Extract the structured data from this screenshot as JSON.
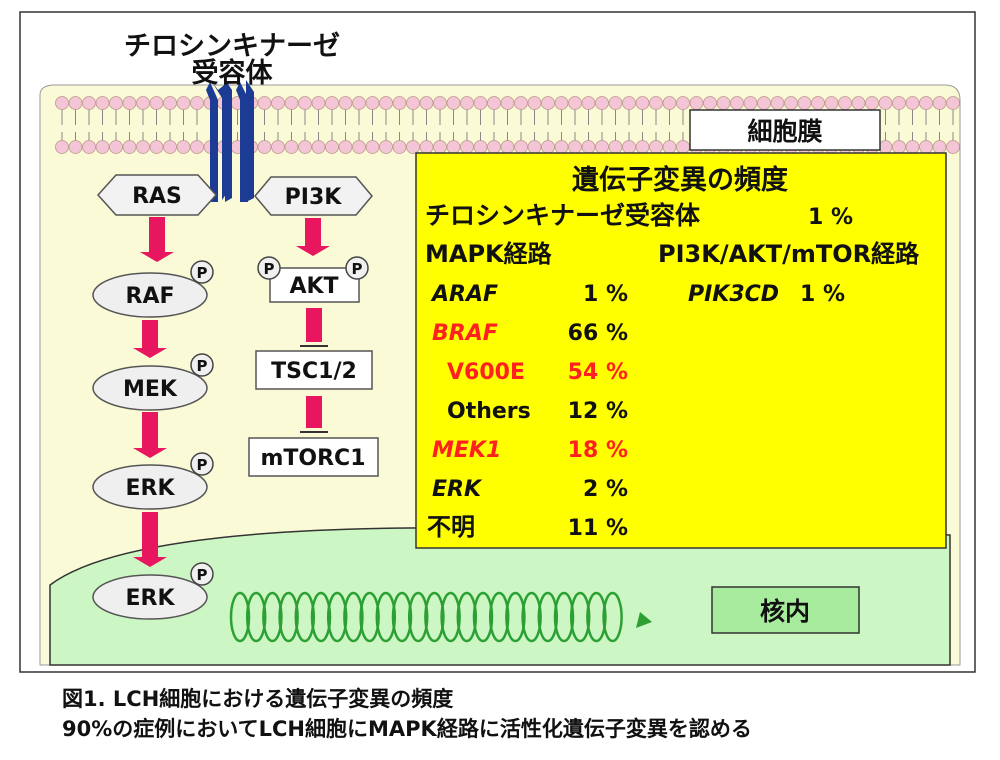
{
  "receptor": {
    "line1": "チロシンキナーゼ",
    "line2": "受容体"
  },
  "membrane_label": "細胞膜",
  "nucleus_label": "核内",
  "phospho_label": "P",
  "mapk_nodes": [
    "RAS",
    "RAF",
    "MEK",
    "ERK",
    "ERK"
  ],
  "pi3k_nodes": [
    "PI3K",
    "AKT",
    "TSC1/2",
    "mTORC1"
  ],
  "freq": {
    "title": "遺伝子変異の頻度",
    "receptor_row": {
      "label": "チロシンキナーゼ受容体",
      "value": "1 %"
    },
    "mapk_header": "MAPK経路",
    "pi3k_header": "PI3K/AKT/mTOR経路",
    "rows": [
      {
        "label": "ARAF",
        "value": "1 %",
        "red": false,
        "italic": true
      },
      {
        "label": "BRAF",
        "value": "66 %",
        "red": true,
        "italic": true,
        "value_red": false
      },
      {
        "label": "V600E",
        "value": "54 %",
        "red": true,
        "italic": false,
        "value_red": true
      },
      {
        "label": "Others",
        "value": "12 %",
        "red": false,
        "italic": false
      },
      {
        "label": "MEK1",
        "value": "18 %",
        "red": true,
        "italic": true,
        "value_red": true
      },
      {
        "label": "ERK",
        "value": "2 %",
        "red": false,
        "italic": true
      },
      {
        "label": "不明",
        "value": "11 %",
        "red": false,
        "italic": false
      }
    ],
    "pik3cd": {
      "label": "PIK3CD",
      "value": "1 %"
    }
  },
  "caption": {
    "line1": "図1. LCH細胞における遺伝子変異の頻度",
    "line2": "90%の症例においてLCH細胞にMAPK経路に活性化遺伝子変異を認める"
  },
  "colors": {
    "cytoplasm": "#fafad7",
    "membrane": "#f4c5d6",
    "freq_box": "#ffff00",
    "nucleus": "#ccf7c4",
    "nucleus_label_box": "#a7eb9d",
    "arrow": "#e8165f",
    "receptor": "#1c3b95",
    "dna": "#2ca033",
    "red_text": "#ff2020"
  }
}
